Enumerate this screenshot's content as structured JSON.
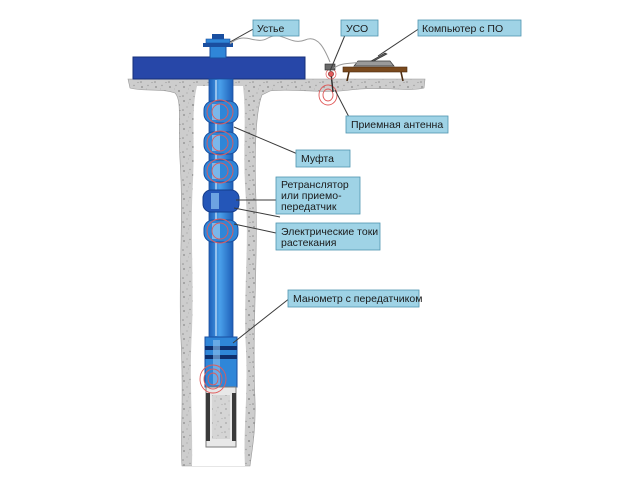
{
  "labels": {
    "ustye": "Устье",
    "uso": "УСО",
    "computer": "Компьютер с ПО",
    "antenna": "Приемная антенна",
    "mufta": "Муфта",
    "retranslator_1": "Ретранслятор",
    "retranslator_2": "или приемо-",
    "retranslator_3": "передатчик",
    "currents_1": "Электрические токи",
    "currents_2": "растекания",
    "manometer": "Манометр с передатчиком"
  },
  "colors": {
    "pipe_blue": "#2f86d8",
    "pipe_dark": "#1a4fa0",
    "platform": "#2747a8",
    "label_box": "#9fd3e6",
    "rock": "#cfcfcf",
    "signal": "#e05a5a"
  }
}
